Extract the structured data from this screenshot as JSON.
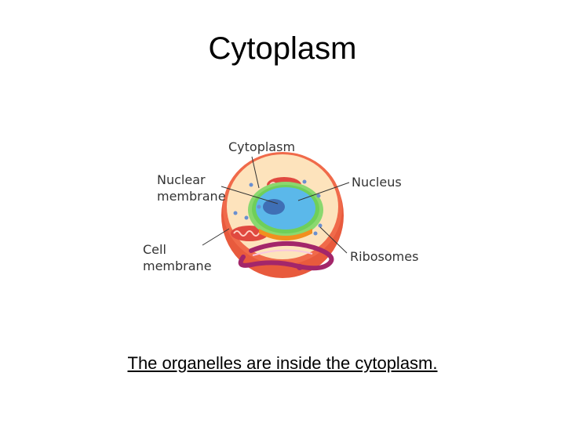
{
  "slide": {
    "title": "Cytoplasm",
    "caption": "The organelles are inside the cytoplasm."
  },
  "diagram": {
    "labels": {
      "cytoplasm": "Cytoplasm",
      "nuclear_membrane_line1": "Nuclear",
      "nuclear_membrane_line2": "membrane",
      "nucleus": "Nucleus",
      "cell_membrane_line1": "Cell",
      "cell_membrane_line2": "membrane",
      "ribosomes": "Ribosomes"
    },
    "colors": {
      "cell_membrane": "#f06a4a",
      "cytoplasm": "#fde3bc",
      "nucleus": "#5bb8ea",
      "nucleolus": "#3f6fb5",
      "nuclear_envelope": "#6fcf5a",
      "mitochondria": "#e0493f",
      "golgi": "#f28f1f",
      "er": "#a3266a",
      "ribosome": "#6a8fd0"
    }
  }
}
